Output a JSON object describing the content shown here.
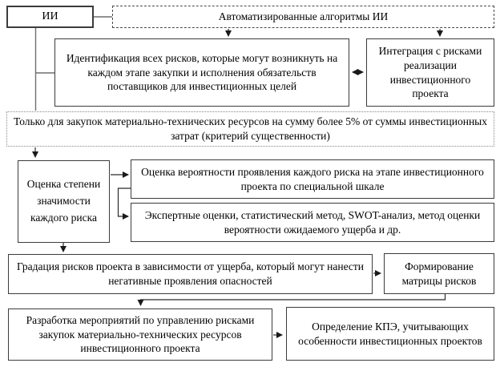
{
  "nodes": {
    "ai": {
      "label": "ИИ"
    },
    "auto_algorithms": {
      "label": "Автоматизированные алгоритмы ИИ"
    },
    "identification": {
      "label": "Идентификация всех рисков, которые могут возникнуть на каждом этапе закупки и исполнения обязательств поставщиков для инвестиционных целей"
    },
    "integration": {
      "label": "Интеграция с рисками реализации инвестиционного проекта"
    },
    "materiality": {
      "label": "Только для закупок материально-технических ресурсов на сумму более 5% от суммы инвестиционных затрат (критерий существенности)"
    },
    "significance": {
      "label": "Оценка степени значимости каждого риска"
    },
    "probability": {
      "label": "Оценка вероятности проявления каждого риска на этапе инвестиционного проекта по специальной шкале"
    },
    "methods": {
      "label": "Экспертные оценки, статистический метод, SWOT-анализ, метод оценки вероятности ожидаемого ущерба и др."
    },
    "gradation": {
      "label": "Градация рисков проекта в зависимости от ущерба, который могут нанести негативные проявления опасностей"
    },
    "matrix": {
      "label": "Формирование матрицы рисков"
    },
    "measures": {
      "label": "Разработка мероприятий по управлению рисками закупок материально-технических ресурсов инвестиционного проекта"
    },
    "kpi": {
      "label": "Определение КПЭ, учитывающих особенности инвестиционных проектов"
    }
  },
  "colors": {
    "box_border": "#3c3c3c",
    "connector": "#6e6e6e",
    "arrow": "#1a1a1a",
    "background": "#ffffff",
    "text": "#000000"
  }
}
